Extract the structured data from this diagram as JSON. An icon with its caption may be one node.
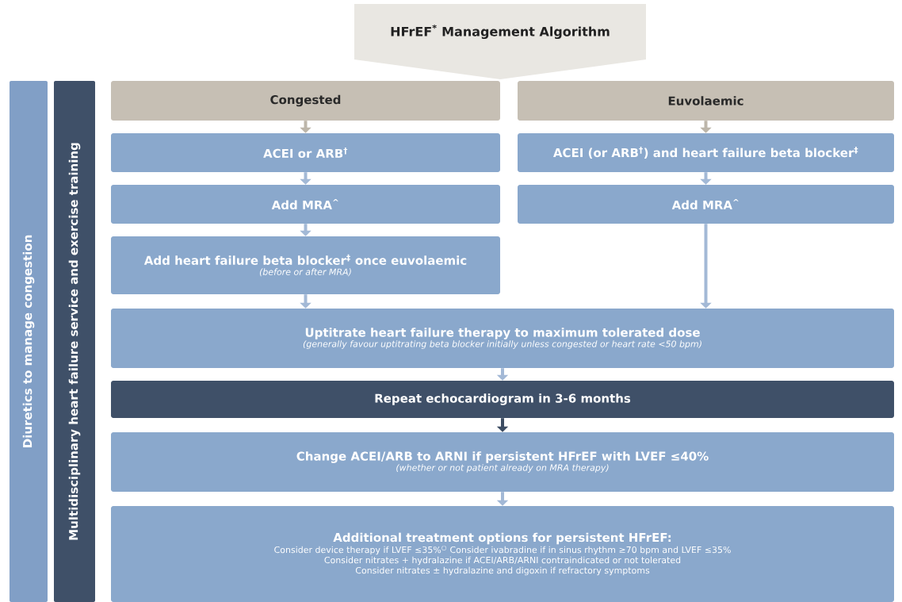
{
  "diagram": {
    "nodes": [
      {
        "text": [
          "HFrEF$^{*}$ Management Algorithm"
        ]
      },
      {
        "text": [
          "Diuretics to manage congestion"
        ]
      },
      {
        "text": [
          "Multidisciplinary heart failure service and exercise training"
        ]
      },
      {
        "text": [
          "Congested"
        ]
      },
      {
        "text": [
          "Euvolaemic"
        ]
      },
      {
        "text": [
          "ACEI or ARB$^{†}$"
        ]
      },
      {
        "text": [
          "ACEI (or ARB$^{†}$) and heart failure beta blocker$^{‡}$"
        ]
      },
      {
        "text": [
          "Add MRA$^{^}$"
        ]
      },
      {
        "text": [
          "Add MRA$^{^}$"
        ]
      },
      {
        "text": [
          "Add heart failure beta blocker$^{‡}$ once euvolaemic",
          "(before or after MRA)"
        ]
      },
      {
        "text": [
          "Uptitrate heart failure therapy to maximum tolerated dose",
          "(generally favour uptitrating beta blocker initially unless congested or heart rate <50 bpm)"
        ]
      },
      {
        "text": [
          "Repeat echocardiogram in 3-6 months"
        ]
      },
      {
        "text": [
          "Change ACEI/ARB to ARNI if persistent HFrEF with LVEF ≤40%",
          "(whether or not patient already on MRA therapy)"
        ]
      },
      {
        "text": [
          "Additional treatment options for persistent HFrEF:",
          "Consider device therapy if LVEF ≤35%$^{○}$ Consider ivabradine if in sinus rhythm ≥70 bpm and LVEF ≤35%",
          "Consider nitrates + hydralazine if ACEI/ARB/ARNI contraindicated or not tolerated",
          "Consider nitrates ± hydralazine and digoxin if refractory symptoms"
        ]
      }
    ],
    "edges": [
      {
        "from": 3,
        "to": 5,
        "arrow": "to",
        "color": "#bdb6aa"
      },
      {
        "from": 5,
        "to": 7,
        "arrow": "to"
      },
      {
        "from": 7,
        "to": 9,
        "arrow": "to"
      },
      {
        "from": 9,
        "to": 10,
        "arrow": "to"
      },
      {
        "from": 4,
        "to": 6,
        "arrow": "to",
        "color": "#bdb6aa"
      },
      {
        "from": 6,
        "to": 8,
        "arrow": "to"
      },
      {
        "from": 8,
        "to": 10,
        "arrow": "to"
      },
      {
        "from": 10,
        "to": 11,
        "arrow": "to"
      },
      {
        "from": 11,
        "to": 12,
        "arrow": "to",
        "color": "#3d4d63"
      },
      {
        "from": 12,
        "to": 13,
        "arrow": "to"
      }
    ]
  }
}
